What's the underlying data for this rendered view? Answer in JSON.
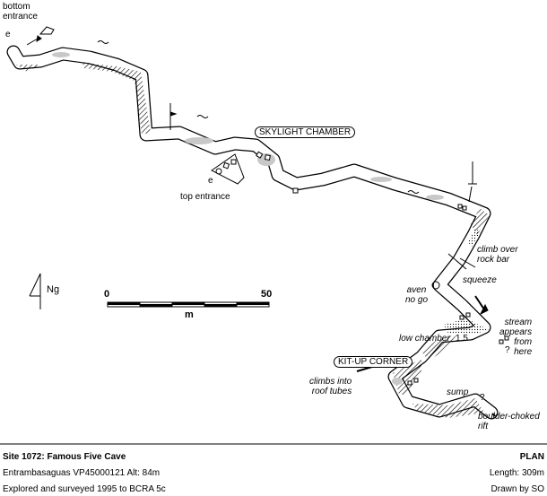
{
  "map": {
    "labels": {
      "bottom_entrance": "bottom\nentrance",
      "entrance_marker_1": "e",
      "entrance_marker_2": "e",
      "top_entrance": "top entrance",
      "skylight_chamber": "SKYLIGHT CHAMBER",
      "climb_over": "climb over\nrock bar",
      "squeeze": "squeeze",
      "aven": "aven\nno go",
      "stream": "stream\nappears\nfrom\nhere",
      "low_chamber": "low chamber",
      "low_chamber_height": "1.5",
      "kit_up_corner": "KIT-UP CORNER",
      "climbs_into": "climbs into\nroof tubes",
      "sump": "sump",
      "question_1": "?",
      "question_2": "?",
      "boulder": "boulder-choked\nrift"
    },
    "north_label": "Ng",
    "scale": {
      "start": "0",
      "end": "50",
      "unit": "m"
    }
  },
  "footer": {
    "title": "Site 1072: Famous Five Cave",
    "location": "Entrambasaguas VP45000121  Alt: 84m",
    "survey": "Explored and surveyed 1995 to BCRA 5c",
    "view": "PLAN",
    "length": "Length: 309m",
    "drawn": "Drawn by SO"
  },
  "colors": {
    "sediment": "#c8c8c8",
    "ink": "#000000"
  }
}
